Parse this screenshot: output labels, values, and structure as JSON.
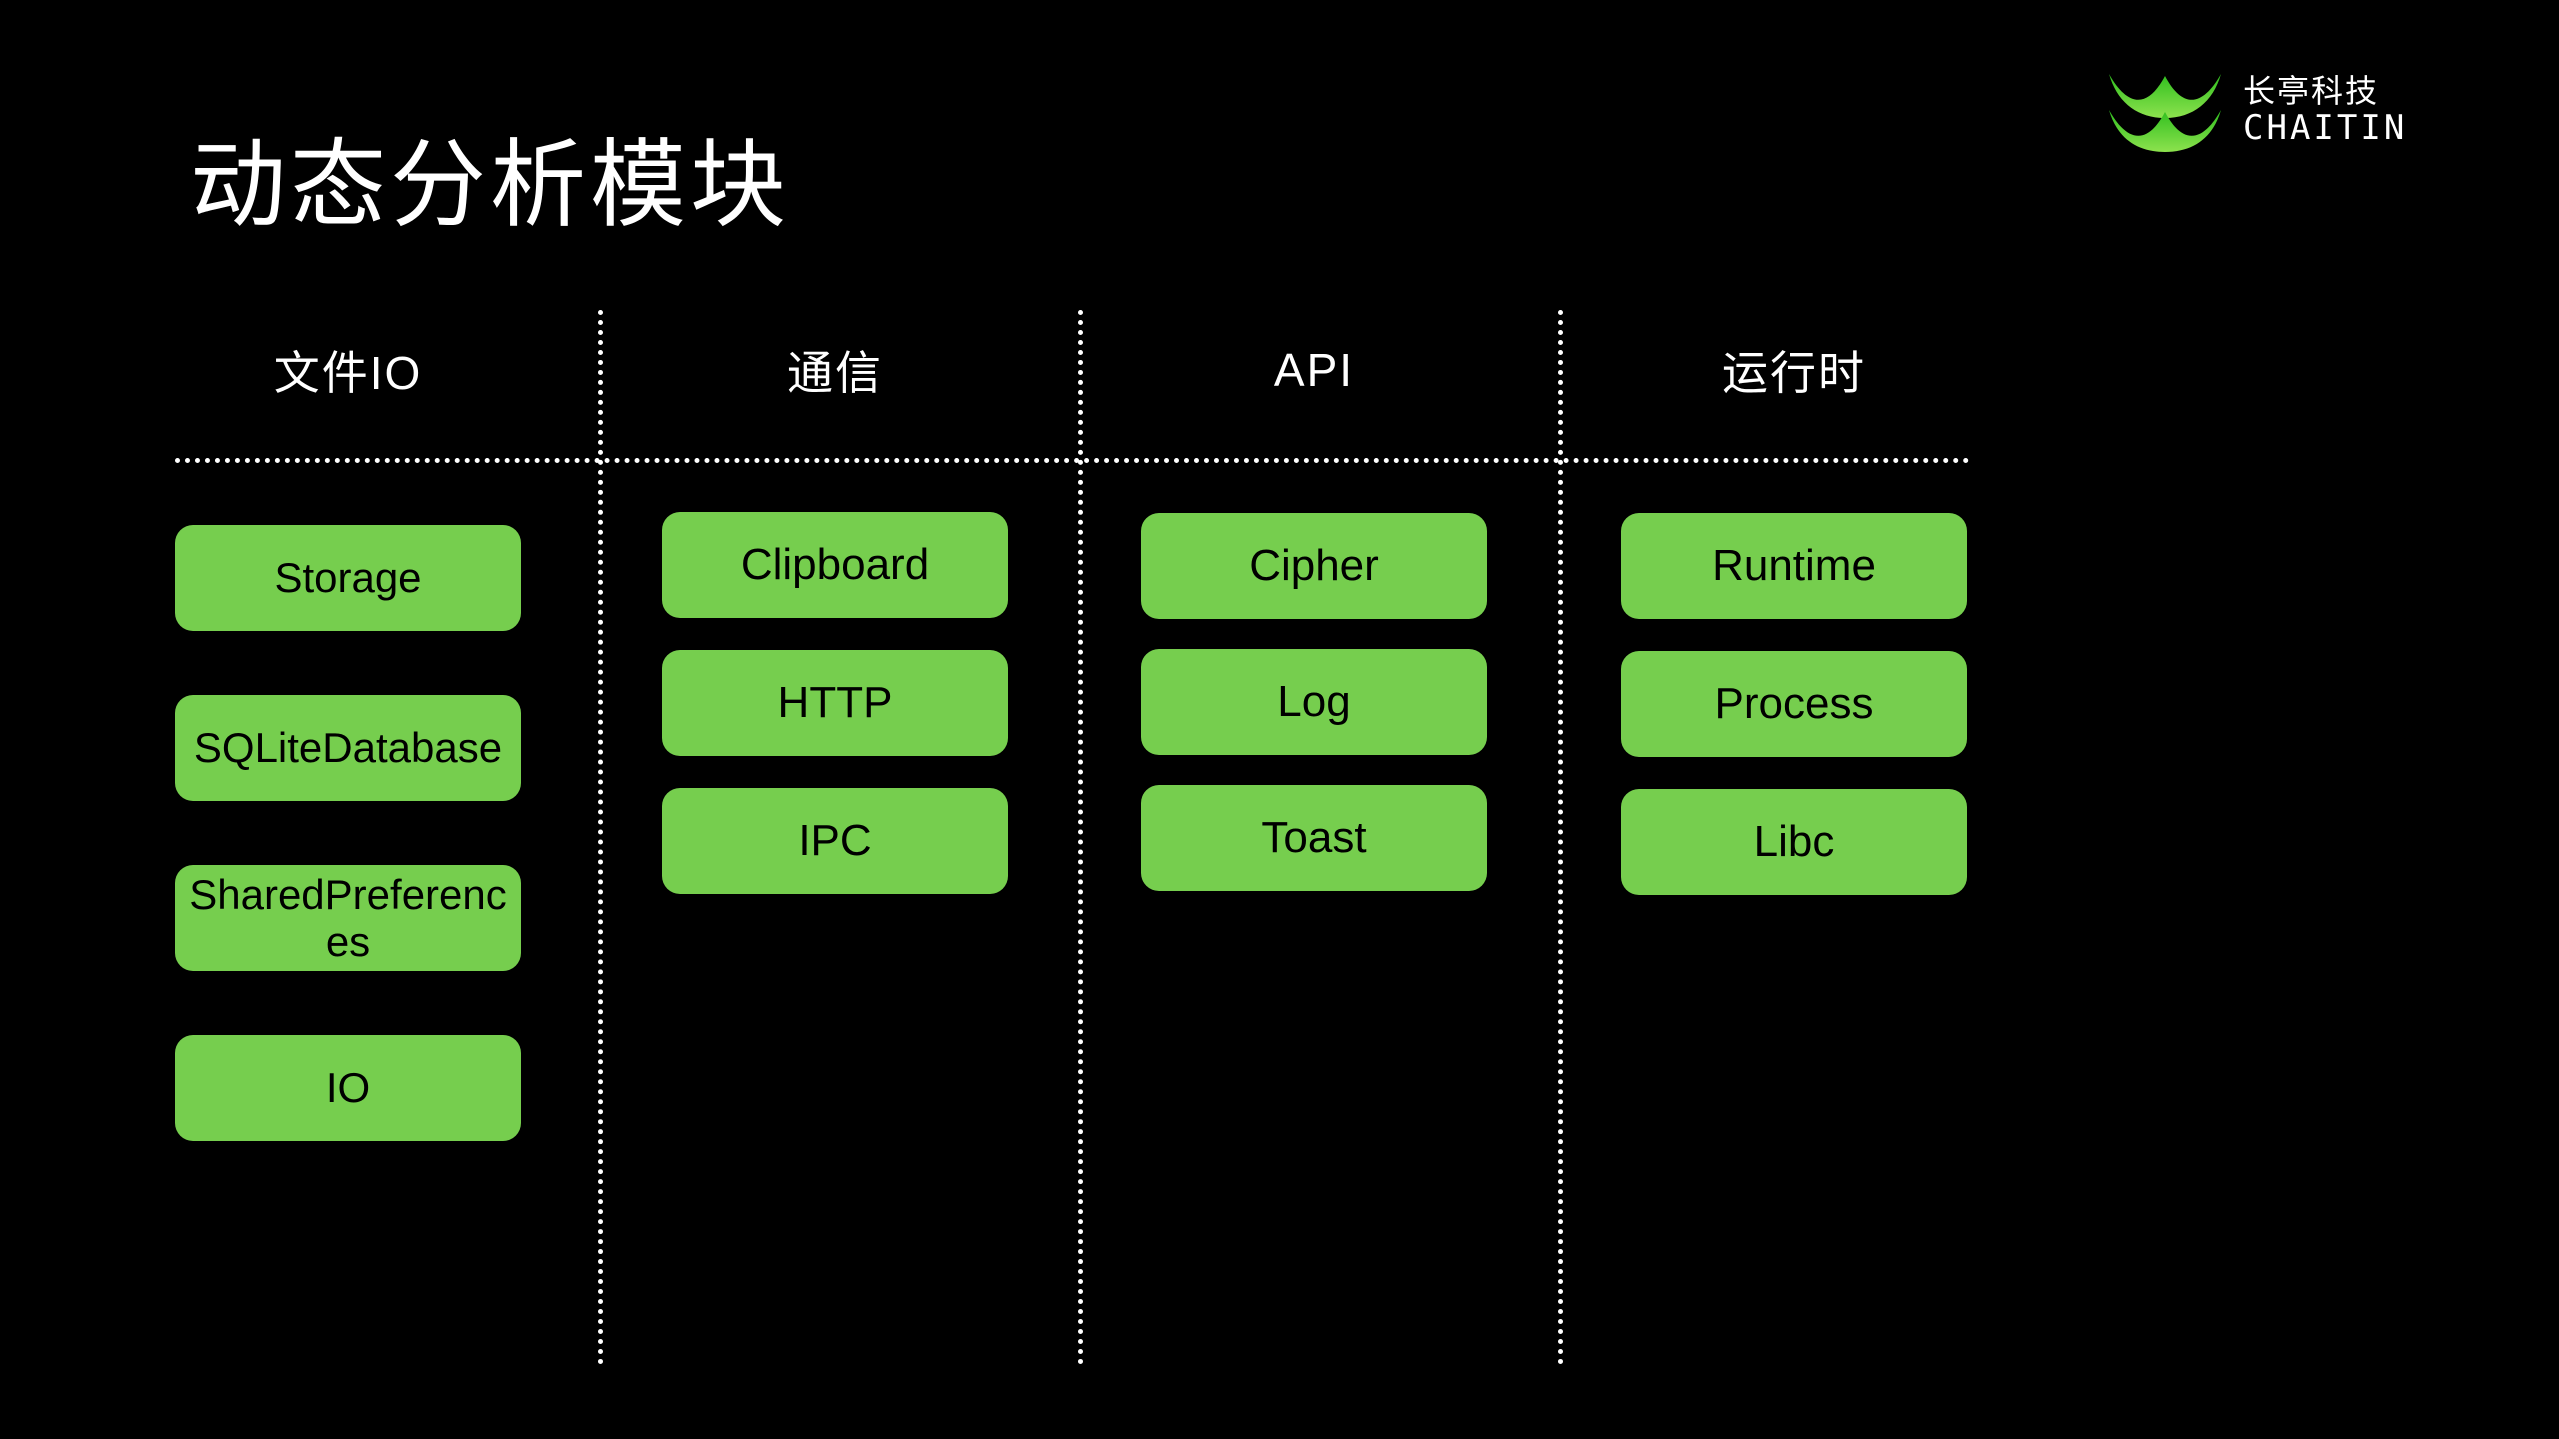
{
  "theme": {
    "background": "#000000",
    "chip_fill": "#76ce4e",
    "chip_text": "#000000",
    "text": "#ffffff",
    "rule": "#ffffff"
  },
  "logo": {
    "mark_name": "chaitin-double-arc-mark",
    "mark_color": "#5bd227",
    "cn": "长亭科技",
    "en": "CHAITIN"
  },
  "title": "动态分析模块",
  "columns": [
    {
      "header": "文件IO",
      "items": [
        "Storage",
        "SQLiteDatabase",
        "SharedPreferences",
        "IO"
      ]
    },
    {
      "header": "通信",
      "items": [
        "Clipboard",
        "HTTP",
        "IPC"
      ]
    },
    {
      "header": "API",
      "items": [
        "Cipher",
        "Log",
        "Toast"
      ]
    },
    {
      "header": "运行时",
      "items": [
        "Runtime",
        "Process",
        "Libc"
      ]
    }
  ]
}
